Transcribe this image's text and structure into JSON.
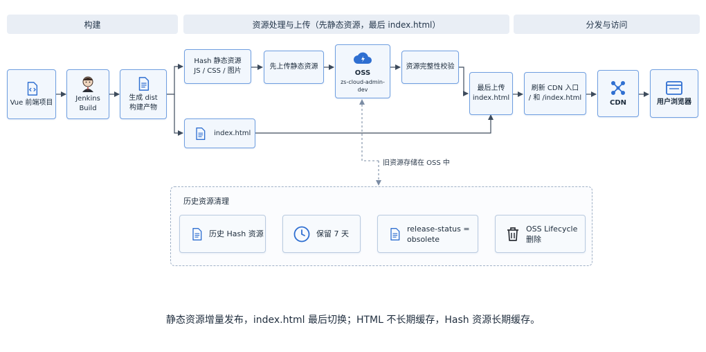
{
  "headers": {
    "build": "构建",
    "process": "资源处理与上传（先静态资源，最后 index.html）",
    "distribute": "分发与访问"
  },
  "nodes": {
    "vue": "Vue 前端项目",
    "jenkins_line1": "Jenkins",
    "jenkins_line2": "Build",
    "dist_line1": "生成 dist",
    "dist_line2": "构建产物",
    "hash_line1": "Hash 静态资源",
    "hash_line2": "JS / CSS / 图片",
    "upload_static": "先上传静态资源",
    "oss_title": "OSS",
    "oss_bucket": "zs-cloud-admin-dev",
    "integrity": "资源完整性校验",
    "index_html": "index.html",
    "upload_last_line1": "最后上传",
    "upload_last_line2": "index.html",
    "refresh_line1": "刷新 CDN 入口",
    "refresh_line2": "/ 和 /index.html",
    "cdn": "CDN",
    "browser": "用户浏览器"
  },
  "note": "旧资源存储在 OSS 中",
  "cleanup": {
    "title": "历史资源清理",
    "steps": {
      "history_hash": "历史 Hash 资源",
      "retain": "保留 7 天",
      "status_line1": "release-status =",
      "status_line2": "obsolete",
      "lifecycle_line1": "OSS Lifecycle",
      "lifecycle_line2": "删除"
    }
  },
  "footer": "静态资源增量发布，index.html 最后切换；HTML 不长期缓存，Hash 资源长期缓存。",
  "colors": {
    "accent": "#2f6fd1",
    "node_border": "#6f9ee0",
    "node_fill": "#f2f7fd",
    "header_fill": "#e9eef5",
    "line": "#3d4b5c",
    "dashed_line": "#7b8ca4"
  }
}
